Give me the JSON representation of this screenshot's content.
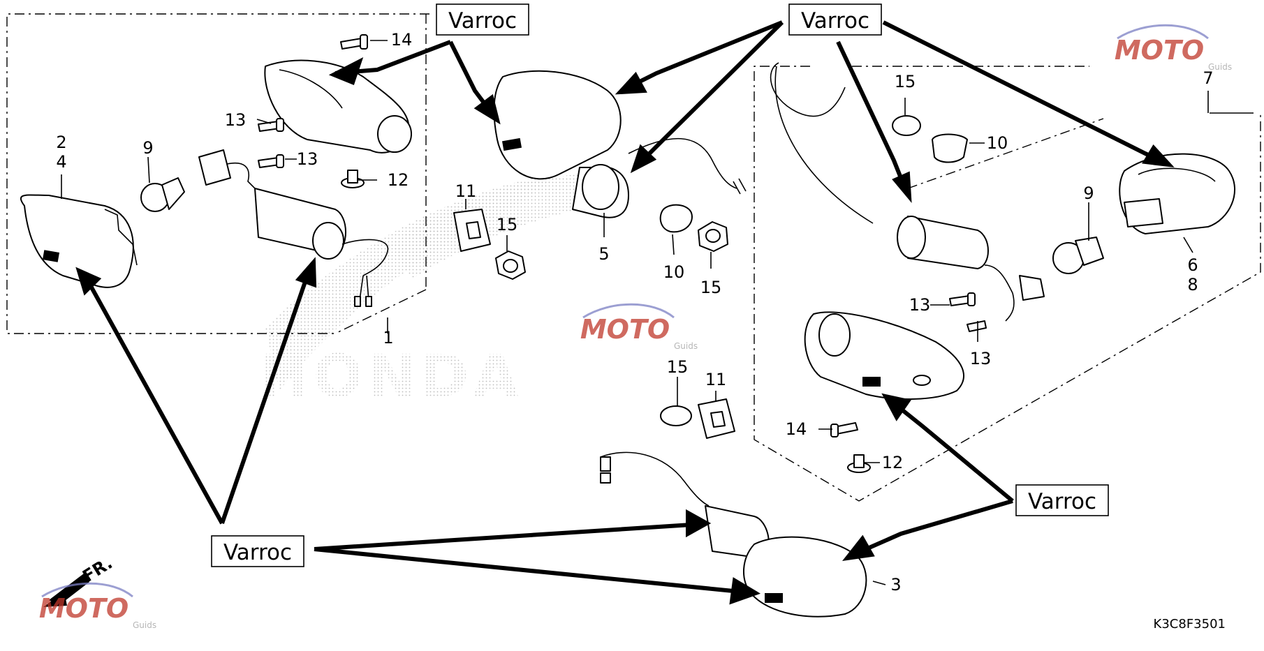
{
  "brand_box_label": "Varroc",
  "diagram_code": "K3C8F3501",
  "watermark": {
    "text": "MOTO",
    "subtext": "Guids"
  },
  "background_logo": "HONDA",
  "front_marker": "FR.",
  "part_numbers": [
    "1",
    "2",
    "3",
    "4",
    "5",
    "6",
    "7",
    "8",
    "9",
    "10",
    "11",
    "12",
    "13",
    "14",
    "15"
  ],
  "colors": {
    "line": "#000000",
    "watermark_red": "#c0392b",
    "watermark_gray": "#9e9e9e",
    "watermark_blue": "#7b7fc4"
  }
}
